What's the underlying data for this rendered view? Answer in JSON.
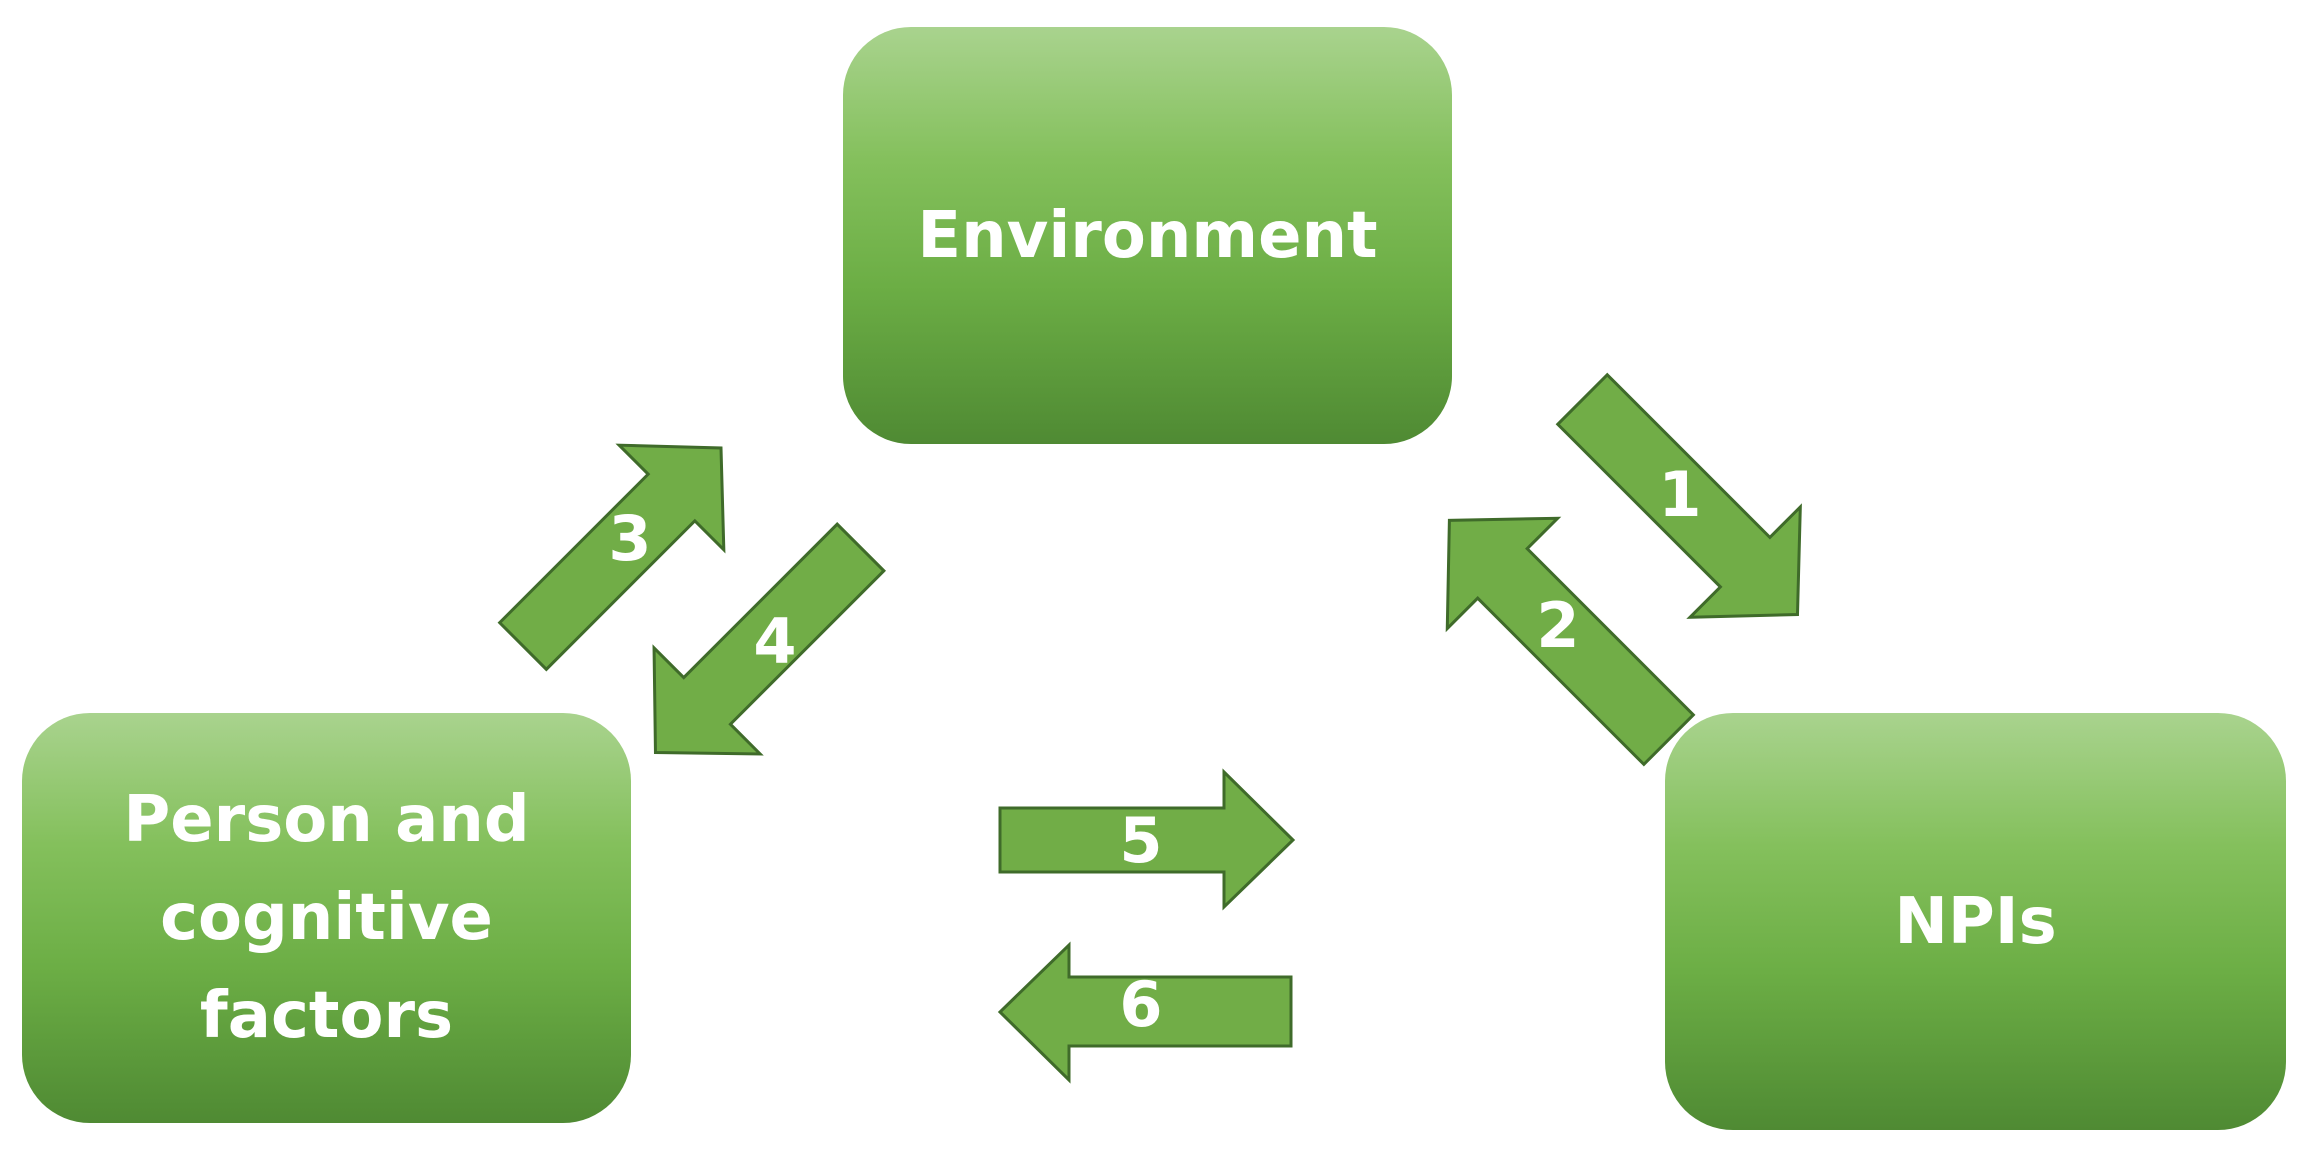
{
  "nodes": {
    "environment": "Environment",
    "person": [
      "Person and",
      "cognitive",
      "factors"
    ],
    "npis": "NPIs"
  },
  "arrows": {
    "a1": "1",
    "a2": "2",
    "a3": "3",
    "a4": "4",
    "a5": "5",
    "a6": "6"
  },
  "colors": {
    "box_top": "#a9d38e",
    "box_bottom": "#4f8a33",
    "arrow_fill": "#71ad47",
    "arrow_stroke": "#3f6b2a",
    "text": "#ffffff"
  }
}
